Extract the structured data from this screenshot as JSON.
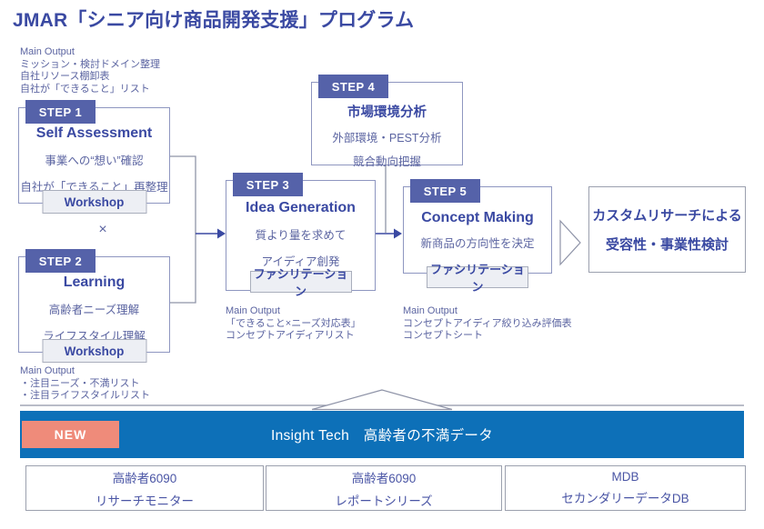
{
  "colors": {
    "accent": "#3a49a2",
    "badge-bg": "#5562a9",
    "body-text": "#5b64a1",
    "box-border": "#8e96c0",
    "gray-border": "#9ba0ae",
    "line-gray": "#8f94a8",
    "chip-bg": "#edeff4",
    "chip-border": "#a9aebc",
    "bar-blue": "#0d70b8",
    "new-badge": "#ef8b7a"
  },
  "title": "JMAR「シニア向け商品開発支援」プログラム",
  "multiply_sign": "×",
  "steps": [
    {
      "badge": "STEP 1",
      "name": "Self Assessment",
      "lines": [
        "事業への“想い”確認",
        "自社が「できること」再整理"
      ],
      "button": "Workshop"
    },
    {
      "badge": "STEP 2",
      "name": "Learning",
      "lines": [
        "高齢者ニーズ理解",
        "ライフスタイル理解"
      ],
      "button": "Workshop"
    },
    {
      "badge": "STEP 3",
      "name": "Idea Generation",
      "lines": [
        "質より量を求めて",
        "アイディア創発"
      ],
      "button": "ファシリテーション"
    },
    {
      "badge": "STEP 4",
      "name": "市場環境分析",
      "lines": [
        "外部環境・PEST分析",
        "競合動向把握"
      ]
    },
    {
      "badge": "STEP 5",
      "name": "Concept Making",
      "lines": [
        "新商品の方向性を決定"
      ],
      "button": "ファシリテーション"
    }
  ],
  "outputs": [
    {
      "heading": "Main Output",
      "lines": [
        "ミッション・検討ドメイン整理",
        "自社リソース棚卸表",
        "自社が「できること」リスト"
      ]
    },
    {
      "heading": "Main Output",
      "lines": [
        "・注目ニーズ・不満リスト",
        "・注目ライフスタイルリスト"
      ]
    },
    {
      "heading": "Main Output",
      "lines": [
        "「できること×ニーズ対応表」",
        "コンセプトアイディアリスト"
      ]
    },
    {
      "heading": "Main Output",
      "lines": [
        "コンセプトアイディア絞り込み評価表",
        "コンセプトシート"
      ]
    }
  ],
  "final_box": {
    "lines": [
      "カスタムリサーチによる",
      "受容性・事業性検討"
    ]
  },
  "data_bar": {
    "badge": "NEW",
    "label": "Insight Tech　高齢者の不満データ"
  },
  "data_sources": [
    {
      "lines": [
        "高齢者6090",
        "リサーチモニター"
      ]
    },
    {
      "lines": [
        "高齢者6090",
        "レポートシリーズ"
      ]
    },
    {
      "lines": [
        "MDB",
        "セカンダリーデータDB"
      ]
    }
  ]
}
